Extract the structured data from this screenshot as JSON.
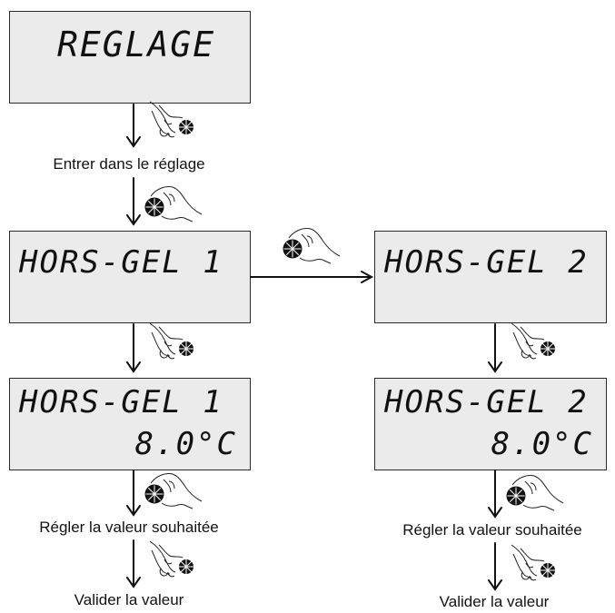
{
  "colors": {
    "lcd_background": "#ebebeb",
    "lcd_border": "#2a2a2a",
    "ink": "#111111"
  },
  "screens": {
    "reglage": {
      "line1": "REGLAGE"
    },
    "hg1_menu": {
      "line1": "HORS-GEL 1"
    },
    "hg2_menu": {
      "line1": "HORS-GEL 2"
    },
    "hg1_value": {
      "line1": "HORS-GEL 1",
      "line2": "8.0°C"
    },
    "hg2_value": {
      "line1": "HORS-GEL 2",
      "line2": "8.0°C"
    }
  },
  "captions": {
    "enter": "Entrer dans le réglage",
    "adjust_left": "Régler la valeur souhaitée",
    "validate_left": "Valider la valeur",
    "adjust_right": "Régler la valeur souhaitée",
    "validate_right": "Valider la valeur"
  },
  "icons": {
    "press": "hand-pressing-knob-icon",
    "turn": "hand-turning-knob-icon"
  }
}
